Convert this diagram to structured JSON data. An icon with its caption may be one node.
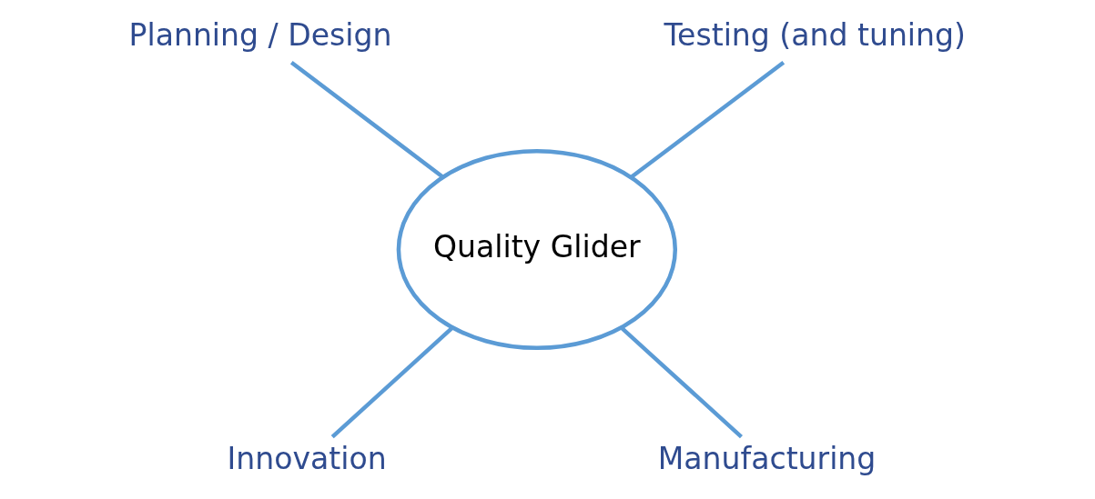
{
  "diagram": {
    "nodes": [
      {
        "text": [
          "Planning / Design"
        ]
      },
      {
        "text": [
          "Testing (and tuning)"
        ]
      },
      {
        "text": [
          "Quality Glider"
        ]
      },
      {
        "text": [
          "Innovation"
        ]
      },
      {
        "text": [
          "Manufacturing"
        ]
      }
    ],
    "edges": [
      {
        "from": 0,
        "to": 2,
        "arrow": "none"
      },
      {
        "from": 1,
        "to": 2,
        "arrow": "none"
      },
      {
        "from": 2,
        "to": 3,
        "arrow": "none"
      },
      {
        "from": 2,
        "to": 4,
        "arrow": "none"
      }
    ]
  }
}
